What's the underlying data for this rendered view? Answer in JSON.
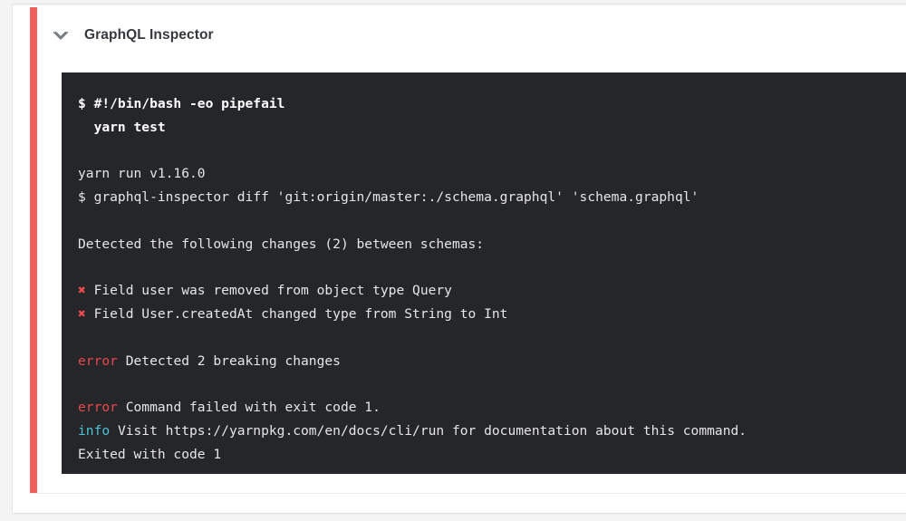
{
  "page": {
    "background_color": "#f4f4f4",
    "card_background": "#ffffff"
  },
  "job": {
    "title": "GraphQL Inspector",
    "status_color": "#ef5f5b",
    "collapse_icon": "chevron-down-icon",
    "expanded": true
  },
  "terminal": {
    "background_color": "#24262a",
    "text_color": "#e6e6e6",
    "error_color": "#e8484c",
    "info_color": "#4fc3d6",
    "lines": [
      {
        "id": "l1",
        "type": "command",
        "text": "$ #!/bin/bash -eo pipefail"
      },
      {
        "id": "l2",
        "type": "command",
        "text": "  yarn test"
      },
      {
        "id": "l3",
        "type": "blank",
        "text": ""
      },
      {
        "id": "l4",
        "type": "output",
        "text": "yarn run v1.16.0"
      },
      {
        "id": "l5",
        "type": "output",
        "text": "$ graphql-inspector diff 'git:origin/master:./schema.graphql' 'schema.graphql'"
      },
      {
        "id": "l6",
        "type": "blank",
        "text": ""
      },
      {
        "id": "l7",
        "type": "output",
        "text": "Detected the following changes (2) between schemas:"
      },
      {
        "id": "l8",
        "type": "blank",
        "text": ""
      },
      {
        "id": "l9",
        "type": "failure",
        "marker": "✖",
        "text": "Field user was removed from object type Query"
      },
      {
        "id": "l10",
        "type": "failure",
        "marker": "✖",
        "text": "Field User.createdAt changed type from String to Int"
      },
      {
        "id": "l11",
        "type": "blank",
        "text": ""
      },
      {
        "id": "l12",
        "type": "error",
        "token": "error",
        "text": "Detected 2 breaking changes"
      },
      {
        "id": "l13",
        "type": "blank",
        "text": ""
      },
      {
        "id": "l14",
        "type": "error",
        "token": "error",
        "text": "Command failed with exit code 1."
      },
      {
        "id": "l15",
        "type": "info",
        "token": "info",
        "text": "Visit https://yarnpkg.com/en/docs/cli/run for documentation about this command."
      },
      {
        "id": "l16",
        "type": "output",
        "text": "Exited with code 1"
      }
    ]
  }
}
